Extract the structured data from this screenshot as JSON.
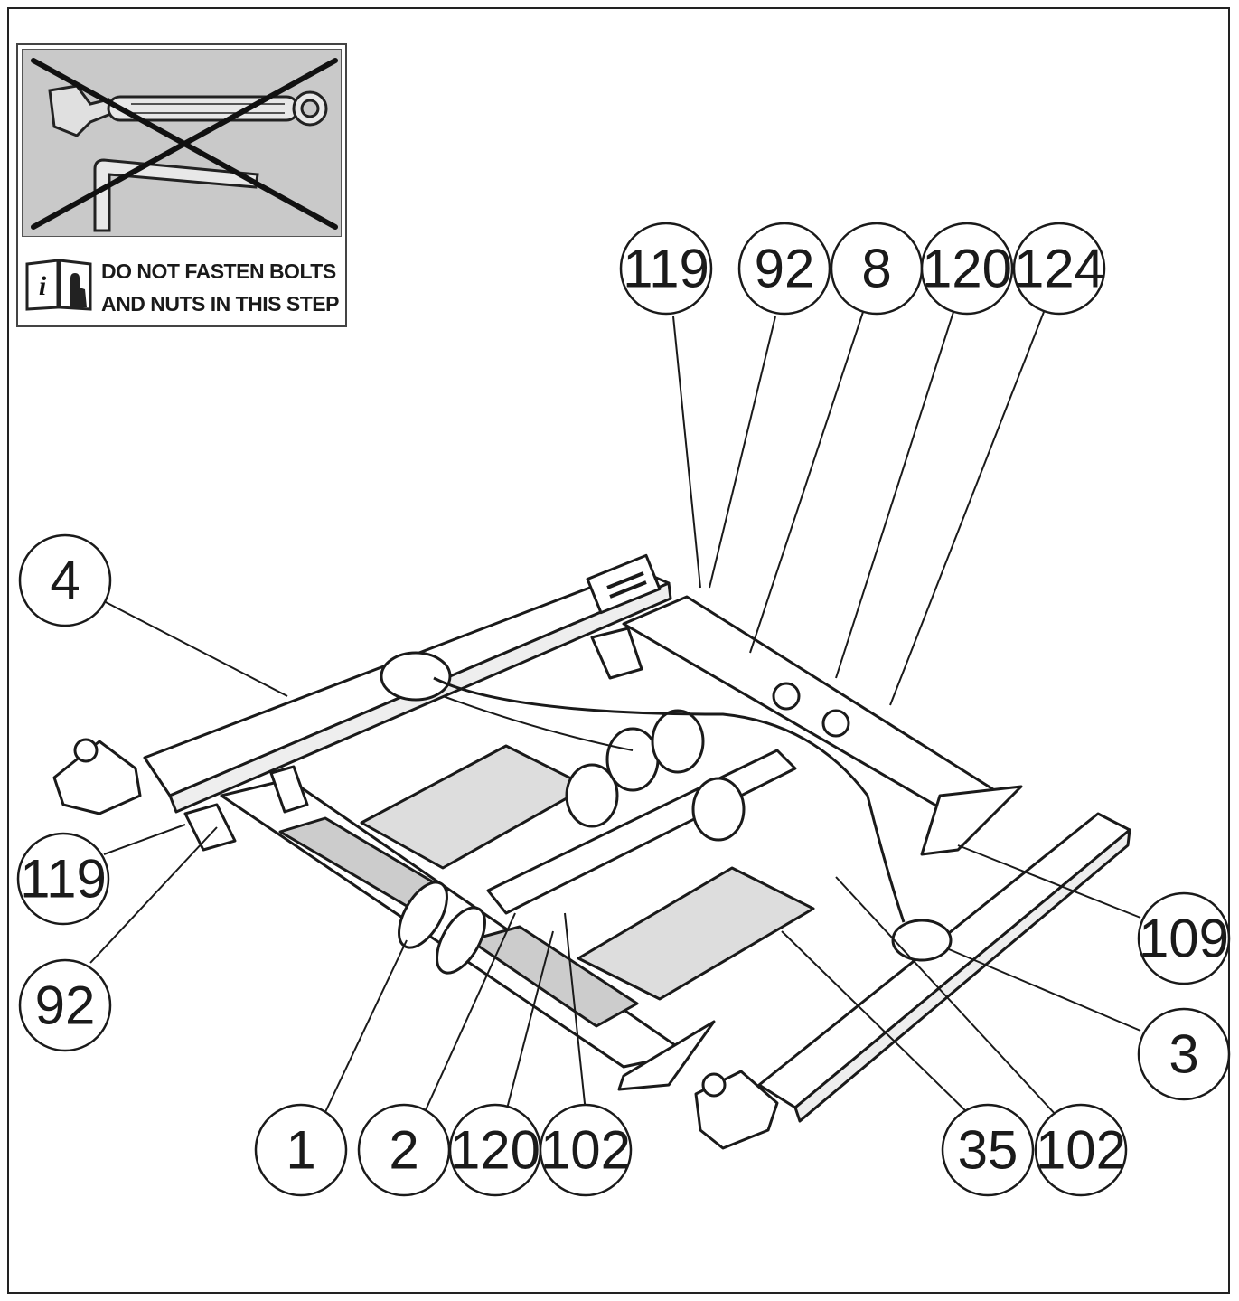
{
  "notice": {
    "line1": "DO NOT FASTEN BOLTS",
    "line2": "AND NUTS IN THIS STEP",
    "book_icon_letter": "i",
    "icons": [
      "crossed-out-wrench-icon",
      "hex-key-icon",
      "info-manual-icon"
    ]
  },
  "callouts": [
    {
      "id": "c119-top",
      "label": "119"
    },
    {
      "id": "c92-top",
      "label": "92"
    },
    {
      "id": "c8",
      "label": "8"
    },
    {
      "id": "c120-top",
      "label": "120"
    },
    {
      "id": "c124",
      "label": "124"
    },
    {
      "id": "c4",
      "label": "4"
    },
    {
      "id": "c119-left",
      "label": "119"
    },
    {
      "id": "c92-left",
      "label": "92"
    },
    {
      "id": "c109",
      "label": "109"
    },
    {
      "id": "c3",
      "label": "3"
    },
    {
      "id": "c1",
      "label": "1"
    },
    {
      "id": "c2",
      "label": "2"
    },
    {
      "id": "c120-bottom",
      "label": "120"
    },
    {
      "id": "c102-bottom",
      "label": "102"
    },
    {
      "id": "c35",
      "label": "35"
    },
    {
      "id": "c102-right",
      "label": "102"
    }
  ]
}
